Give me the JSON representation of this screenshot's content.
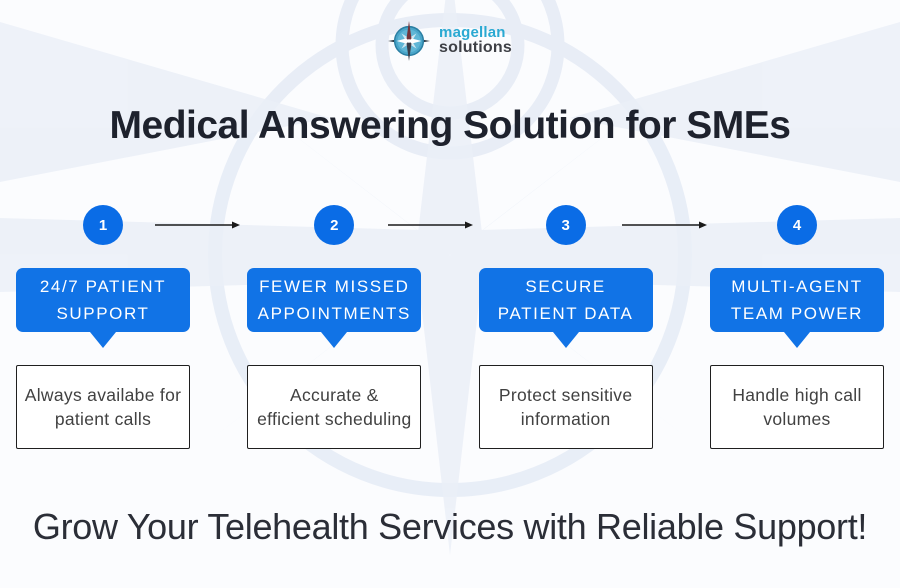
{
  "brand": {
    "line1": "magellan",
    "line2": "solutions"
  },
  "title": "Medical Answering Solution for SMEs",
  "footer": "Grow Your Telehealth Services with Reliable Support!",
  "steps": [
    {
      "number": "1",
      "label": "24/7 PATIENT\nSUPPORT",
      "description": "Always availabe for\npatient calls"
    },
    {
      "number": "2",
      "label": "FEWER MISSED\nAPPOINTMENTS",
      "description": "Accurate &\nefficient scheduling"
    },
    {
      "number": "3",
      "label": "SECURE\nPATIENT DATA",
      "description": "Protect sensitive\ninformation"
    },
    {
      "number": "4",
      "label": "MULTI-AGENT\nTEAM POWER",
      "description": "Handle high call\nvolumes"
    }
  ],
  "colors": {
    "accent_blue": "#0a6ce6",
    "bubble_blue": "#1173e6",
    "title_text": "#1e222d",
    "body_text": "#414141",
    "brand_blue": "#2aa9d2",
    "brand_dark": "#3e4046"
  }
}
